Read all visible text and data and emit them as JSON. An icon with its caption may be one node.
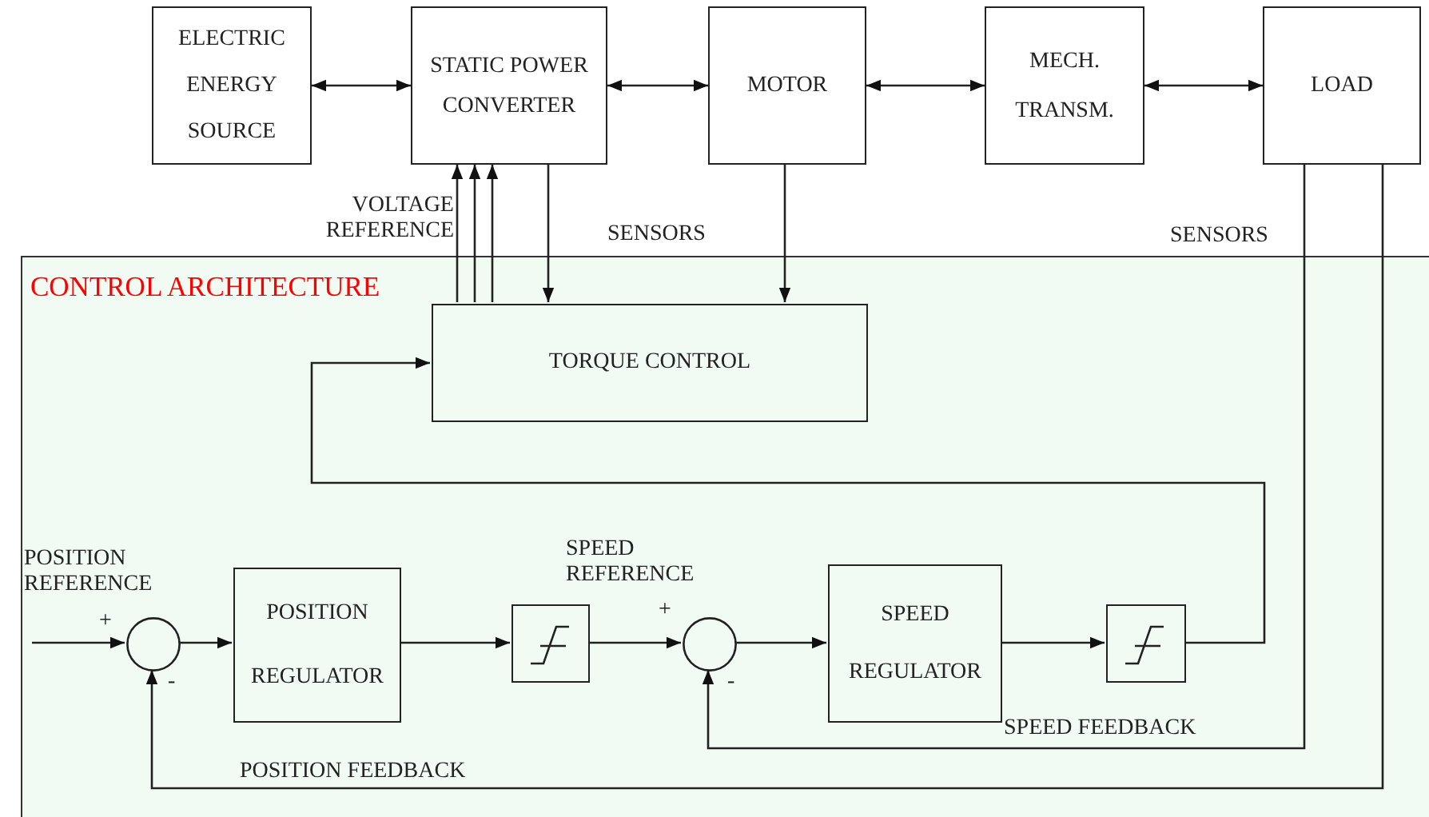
{
  "diagram": {
    "nodes": [
      {
        "text": [
          "ELECTRIC ENERGY SOURCE"
        ]
      },
      {
        "text": [
          "STATIC POWER CONVERTER"
        ]
      },
      {
        "text": [
          "MOTOR"
        ]
      },
      {
        "text": [
          "MECH. TRANSM."
        ]
      },
      {
        "text": [
          "LOAD"
        ]
      },
      {
        "text": [
          "CONTROL ARCHITECTURE"
        ]
      },
      {
        "text": [
          "TORQUE CONTROL"
        ],
        "in": 5
      },
      {
        "text": [],
        "shape": "circle",
        "in": 5
      },
      {
        "text": [
          "POSITION REGULATOR"
        ],
        "in": 5
      },
      {
        "text": [],
        "shape": "box",
        "in": 5
      },
      {
        "text": [],
        "shape": "circle",
        "in": 5
      },
      {
        "text": [
          "SPEED REGULATOR"
        ],
        "in": 5
      },
      {
        "text": [],
        "shape": "box",
        "in": 5
      }
    ],
    "edges": [
      {
        "from": 0,
        "to": 1,
        "arrow": "both"
      },
      {
        "from": 1,
        "to": 2,
        "arrow": "both"
      },
      {
        "from": 2,
        "to": 3,
        "arrow": "both"
      },
      {
        "from": 3,
        "to": 4,
        "arrow": "both"
      },
      {
        "from": 6,
        "to": 1,
        "arrow": "to"
      },
      {
        "from": 6,
        "to": 1,
        "arrow": "to"
      },
      {
        "from": 6,
        "to": 1,
        "arrow": "to"
      },
      {
        "from": 1,
        "to": 6,
        "arrow": "to"
      },
      {
        "from": 2,
        "to": 6,
        "arrow": "to"
      },
      {
        "from": 4,
        "to": 10,
        "arrow": "to",
        "label": "SPEED FEEDBACK"
      },
      {
        "from": 4,
        "to": 7,
        "arrow": "to",
        "label": "POSITION FEEDBACK"
      },
      {
        "from": null,
        "to": 7,
        "arrow": "to"
      },
      {
        "from": 7,
        "to": 8,
        "arrow": "to"
      },
      {
        "from": 8,
        "to": 9,
        "arrow": "to"
      },
      {
        "from": 9,
        "to": 10,
        "arrow": "to"
      },
      {
        "from": 10,
        "to": 11,
        "arrow": "to"
      },
      {
        "from": 11,
        "to": 12,
        "arrow": "to"
      },
      {
        "from": 12,
        "to": 6,
        "arrow": "to"
      }
    ],
    "labels": [
      "VOLTAGE REFERENCE",
      "SENSORS",
      "SENSORS",
      "POSITION REFERENCE",
      "+",
      "-",
      "SPEED REFERENCE",
      "+",
      "-"
    ]
  }
}
